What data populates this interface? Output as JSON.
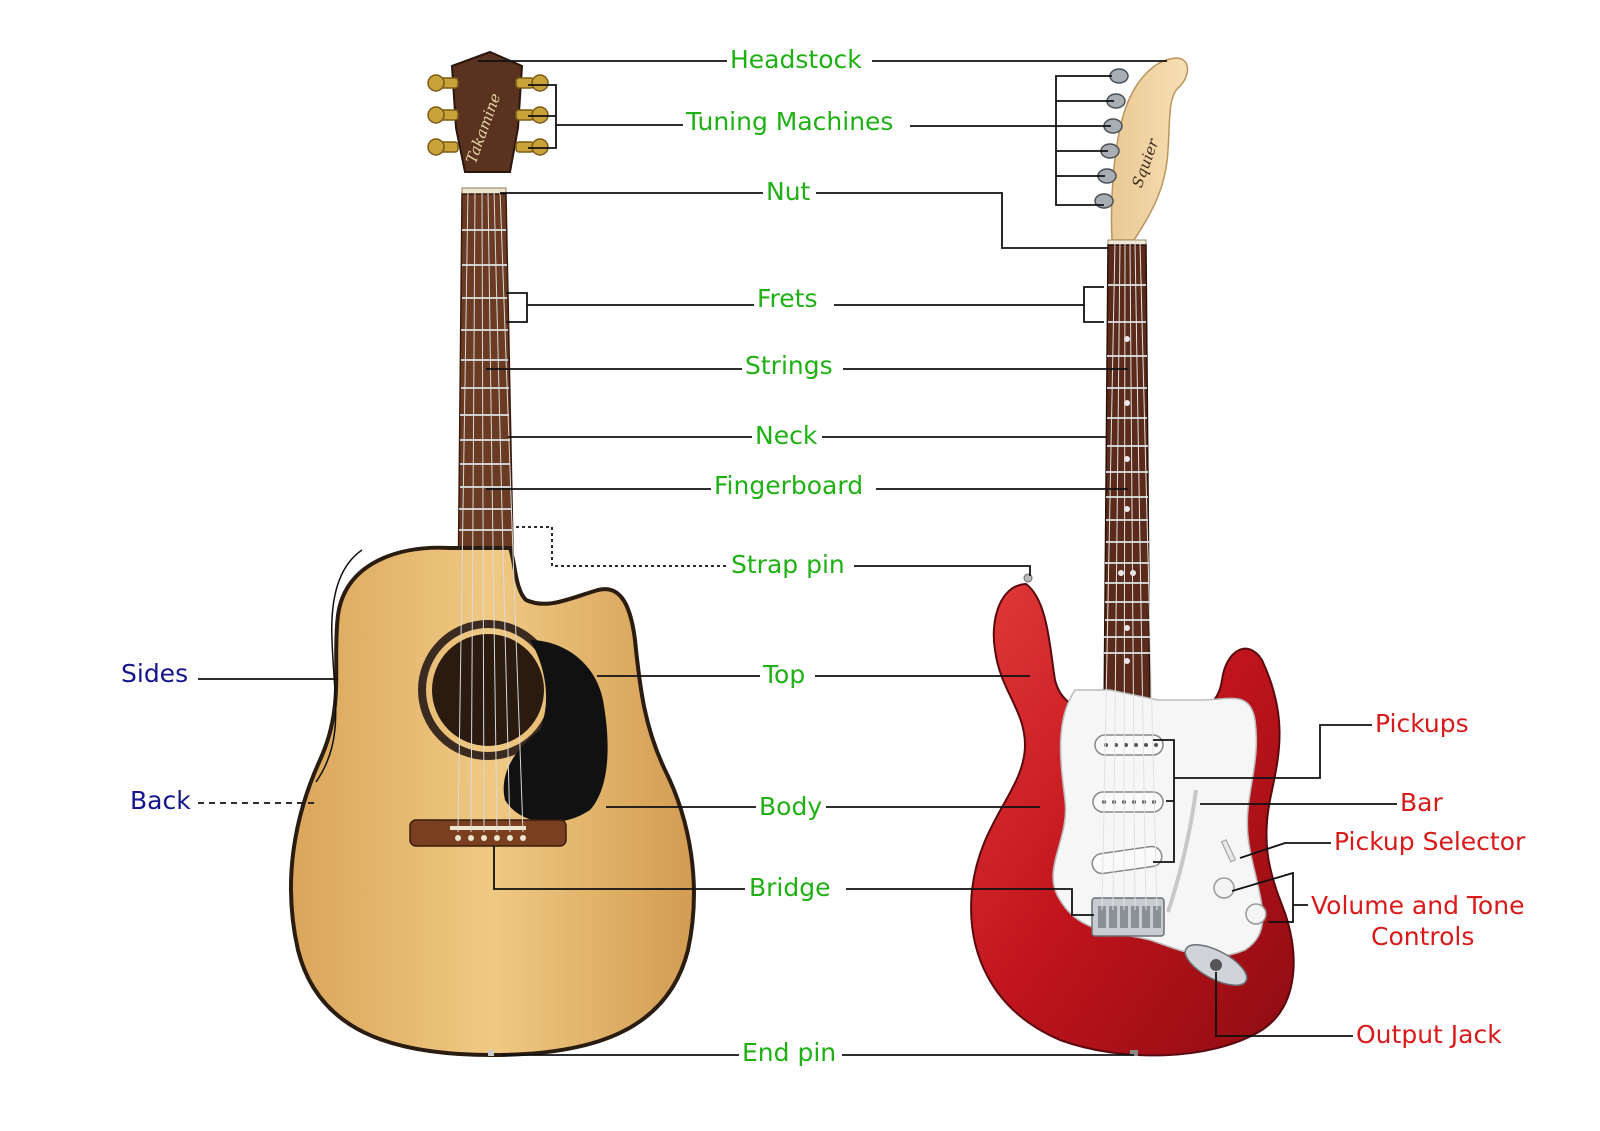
{
  "center_labels": {
    "headstock": "Headstock",
    "tuning_machines": "Tuning Machines",
    "nut": "Nut",
    "frets": "Frets",
    "strings": "Strings",
    "neck": "Neck",
    "fingerboard": "Fingerboard",
    "strap_pin": "Strap pin",
    "top": "Top",
    "body": "Body",
    "bridge": "Bridge",
    "end_pin": "End pin"
  },
  "acoustic_labels": {
    "sides": "Sides",
    "back": "Back"
  },
  "electric_labels": {
    "pickups": "Pickups",
    "bar": "Bar",
    "pickup_selector": "Pickup Selector",
    "volume_tone_line1": "Volume and Tone",
    "volume_tone_line2": "Controls",
    "output_jack": "Output Jack"
  },
  "acoustic_headstock_brand": "Takamine",
  "electric_headstock_brand": "Squier",
  "colors": {
    "common_parts": "#1fb014",
    "acoustic_only": "#14148c",
    "electric_only": "#d81a1a",
    "acoustic_top": "#e8bd74",
    "electric_body": "#c41a22",
    "fretboard_rosewood": "#5a2a1a"
  }
}
